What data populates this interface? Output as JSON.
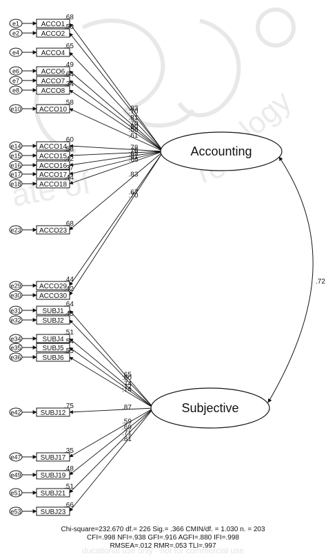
{
  "diagram": {
    "latent_factors": [
      {
        "id": "accounting",
        "label": "Accounting"
      },
      {
        "id": "subjective",
        "label": "Subjective"
      }
    ],
    "correlation": {
      "from": "accounting",
      "to": "subjective",
      "value": ".72"
    },
    "indicators": [
      {
        "error": "e1",
        "item": "ACCO1",
        "factor": "accounting",
        "r2": ".68",
        "loading": ".83"
      },
      {
        "error": "e2",
        "item": "ACCO2",
        "factor": "accounting",
        "r2": ".50",
        "loading": ".70"
      },
      {
        "error": "e4",
        "item": "ACCO4",
        "factor": "accounting",
        "r2": ".65",
        "loading": ".81"
      },
      {
        "error": "e6",
        "item": "ACCO6",
        "factor": "accounting",
        "r2": ".49",
        "loading": ".70"
      },
      {
        "error": "e7",
        "item": "ACCO7",
        "factor": "accounting",
        "r2": ".64",
        "loading": ".80"
      },
      {
        "error": "e8",
        "item": "ACCO8",
        "factor": "accounting",
        "r2": ".34",
        "loading": ".58"
      },
      {
        "error": "e10",
        "item": "ACCO10",
        "factor": "accounting",
        "r2": ".58",
        "loading": ".61"
      },
      {
        "error": "e14",
        "item": "ACCO14",
        "factor": "accounting",
        "r2": ".60",
        "loading": ".78"
      },
      {
        "error": "e15",
        "item": "ACCO15",
        "factor": "accounting",
        "r2": ".58",
        "loading": ".76"
      },
      {
        "error": "e16",
        "item": "ACCO16",
        "factor": "accounting",
        "r2": ".42",
        "loading": ".65"
      },
      {
        "error": "e17",
        "item": "ACCO17",
        "factor": "accounting",
        "r2": ".37",
        "loading": ".61"
      },
      {
        "error": "e18",
        "item": "ACCO18",
        "factor": "accounting",
        "r2": ".44",
        "loading": ".66"
      },
      {
        "error": "e23",
        "item": "ACCO23",
        "factor": "accounting",
        "r2": ".68",
        "loading": ".83"
      },
      {
        "error": "e29",
        "item": "ACCO29",
        "factor": "accounting",
        "r2": ".44",
        "loading": ".67"
      },
      {
        "error": "e30",
        "item": "ACCO30",
        "factor": "accounting",
        "r2": ".42",
        "loading": ".70"
      },
      {
        "error": "e31",
        "item": "SUBJ1",
        "factor": "subjective",
        "r2": ".64",
        "loading": ".65"
      },
      {
        "error": "e32",
        "item": "SUBJ2",
        "factor": "subjective",
        "r2": ".43",
        "loading": ".80"
      },
      {
        "error": "e34",
        "item": "SUBJ4",
        "factor": "subjective",
        "r2": ".51",
        "loading": ".74"
      },
      {
        "error": "e35",
        "item": "SUBJ5",
        "factor": "subjective",
        "r2": ".54",
        "loading": ".72"
      },
      {
        "error": "e36",
        "item": "SUBJ6",
        "factor": "subjective",
        "r2": ".55",
        "loading": ".74"
      },
      {
        "error": "e42",
        "item": "SUBJ12",
        "factor": "subjective",
        "r2": ".75",
        "loading": ".87"
      },
      {
        "error": "e47",
        "item": "SUBJ17",
        "factor": "subjective",
        "r2": ".35",
        "loading": ".59"
      },
      {
        "error": "e49",
        "item": "SUBJ19",
        "factor": "subjective",
        "r2": ".48",
        "loading": ".69"
      },
      {
        "error": "e51",
        "item": "SUBJ21",
        "factor": "subjective",
        "r2": ".51",
        "loading": ".71"
      },
      {
        "error": "e53",
        "item": "SUBJ23",
        "factor": "subjective",
        "r2": ".66",
        "loading": ".81"
      }
    ]
  },
  "fit_stats": {
    "line1": "Chi-square=232.670   df.= 226   Sig.= .366 CMIN/df. = 1.030  n. = 203",
    "line2": "CFI=.998  NFI=.938  GFI=.916  AGFI=.880  IFI=.998",
    "line3": "RMSEA=.012 RMR=.053 TLI=.997"
  },
  "watermark": {
    "arc_text_left": "ate of",
    "arc_text_mid": "Tech",
    "arc_text_right": "ology",
    "bottom_text": "ducational  use  only  ·  not  for  commercial  use"
  },
  "colors": {
    "line": "#111111",
    "background": "#ffffff",
    "watermark": "#e6e6e6"
  }
}
